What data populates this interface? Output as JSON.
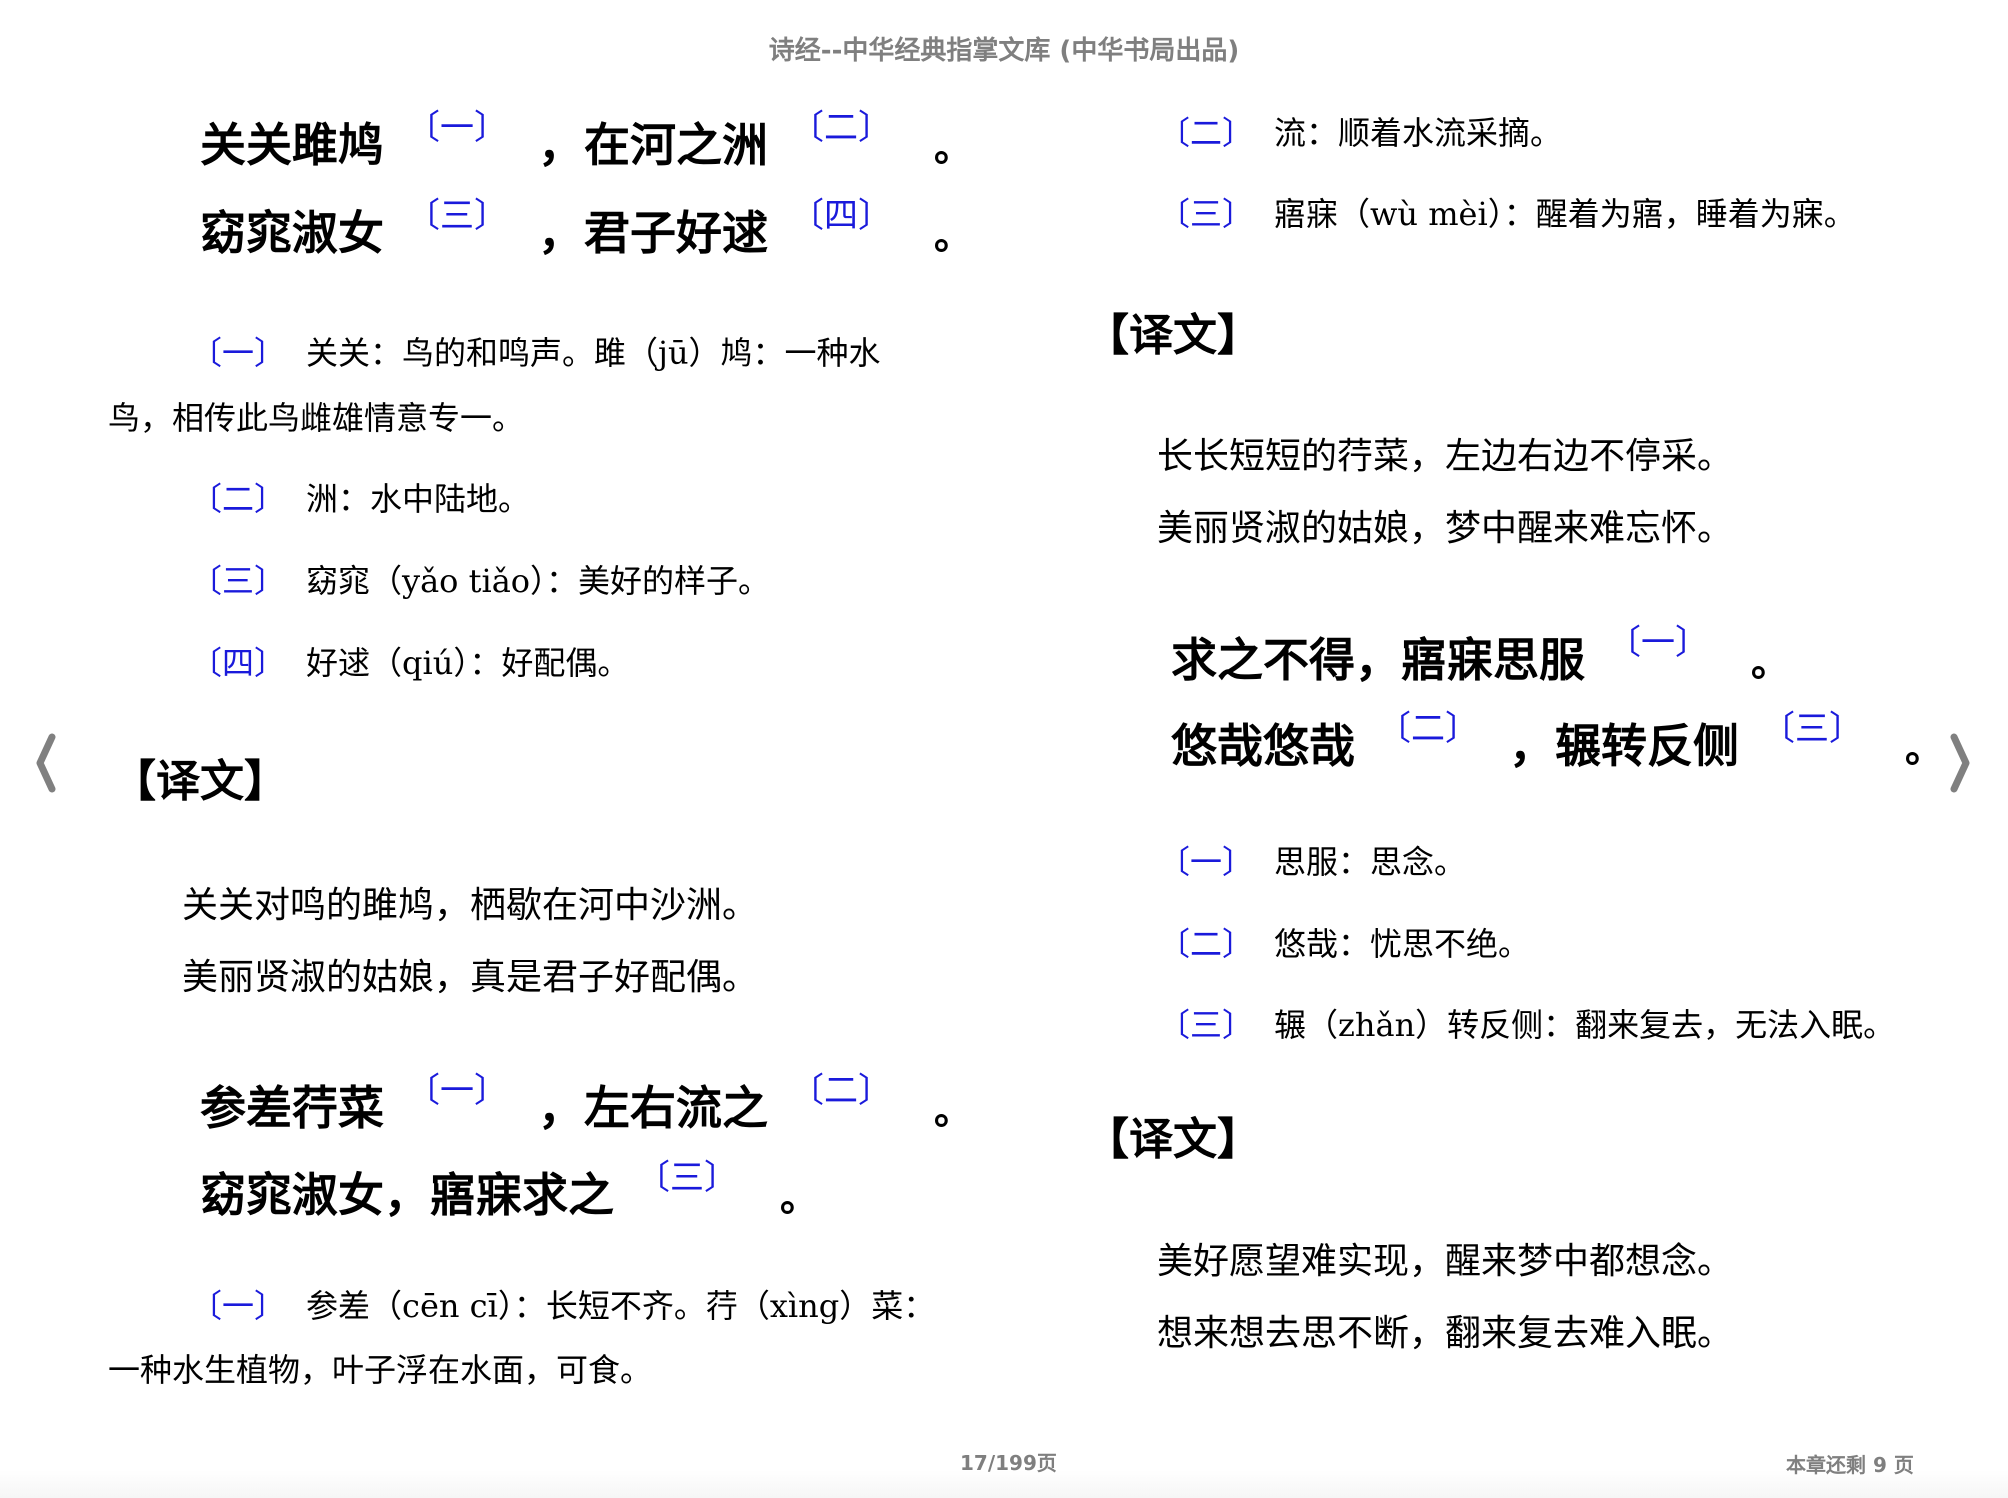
{
  "header": {
    "title": "诗经--中华经典指掌文库 (中华书局出品)"
  },
  "navigation": {
    "prev_icon": "chevron-left-icon",
    "next_icon": "chevron-right-icon"
  },
  "colors": {
    "footnote_marker": "#1a1adb",
    "chrome_text": "#7f7f7f",
    "body_text": "#000000"
  },
  "left_page": {
    "stanza1": {
      "line1": {
        "a": "关关雎鸠",
        "ref_a": "〔一〕",
        "comma": "，",
        "b": "在河之洲",
        "ref_b": "〔二〕",
        "end": "。"
      },
      "line2": {
        "a": "窈窕淑女",
        "ref_a": "〔三〕",
        "comma": "，",
        "b": "君子好逑",
        "ref_b": "〔四〕",
        "end": "。"
      }
    },
    "notes1": [
      {
        "num": "〔一〕",
        "text": "关关：鸟的和鸣声。雎（jū）鸠：一种水",
        "cont": "鸟，相传此鸟雌雄情意专一。"
      },
      {
        "num": "〔二〕",
        "text": "洲：水中陆地。"
      },
      {
        "num": "〔三〕",
        "text": "窈窕（yǎo tiǎo）：美好的样子。"
      },
      {
        "num": "〔四〕",
        "text": "好逑（qiú）：好配偶。"
      }
    ],
    "translation1": {
      "heading": "【译文】",
      "lines": [
        "关关对鸣的雎鸠，栖歇在河中沙洲。",
        "美丽贤淑的姑娘，真是君子好配偶。"
      ]
    },
    "stanza2": {
      "line1": {
        "a": "参差荇菜",
        "ref_a": "〔一〕",
        "comma": "，",
        "b": "左右流之",
        "ref_b": "〔二〕",
        "end": "。"
      },
      "line2": {
        "a": "窈窕淑女，寤寐求之",
        "ref_a": "〔三〕",
        "end": "。"
      }
    },
    "notes2": [
      {
        "num": "〔一〕",
        "text": "参差（cēn cī）：长短不齐。荇（xìng）菜：",
        "cont": "一种水生植物，叶子浮在水面，可食。"
      }
    ]
  },
  "right_page": {
    "notes2_cont": [
      {
        "num": "〔二〕",
        "text": "流：顺着水流采摘。"
      },
      {
        "num": "〔三〕",
        "text": "寤寐（wù mèi）：醒着为寤，睡着为寐。"
      }
    ],
    "translation2": {
      "heading": "【译文】",
      "lines": [
        "长长短短的荇菜，左边右边不停采。",
        "美丽贤淑的姑娘，梦中醒来难忘怀。"
      ]
    },
    "stanza3": {
      "line1": {
        "a": "求之不得，寤寐思服",
        "ref_a": "〔一〕",
        "end": "。"
      },
      "line2": {
        "a": "悠哉悠哉",
        "ref_a": "〔二〕",
        "comma": "，",
        "b": "辗转反侧",
        "ref_b": "〔三〕",
        "end": "。"
      }
    },
    "notes3": [
      {
        "num": "〔一〕",
        "text": "思服：思念。"
      },
      {
        "num": "〔二〕",
        "text": "悠哉：忧思不绝。"
      },
      {
        "num": "〔三〕",
        "text": "辗（zhǎn）转反侧：翻来复去，无法入眠。"
      }
    ],
    "translation3": {
      "heading": "【译文】",
      "lines": [
        "美好愿望难实现，醒来梦中都想念。",
        "想来想去思不断，翻来复去难入眠。"
      ]
    }
  },
  "footer": {
    "page_indicator": "17/199页",
    "chapter_remaining": "本章还剩 9 页"
  }
}
